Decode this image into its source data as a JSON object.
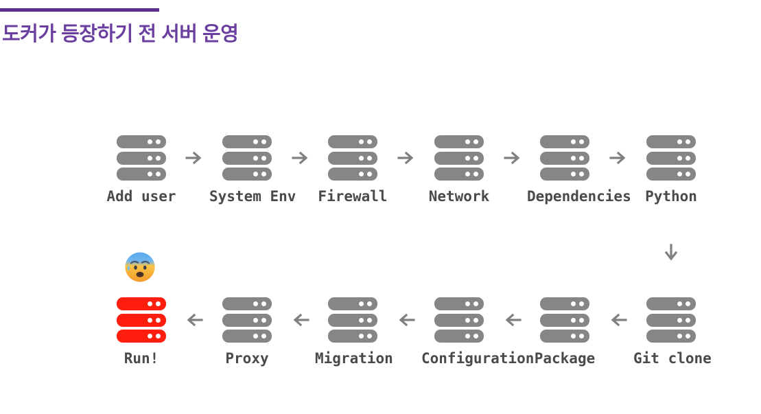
{
  "header": {
    "title": "도커가 등장하기 전 서버 운영",
    "rule_color": "#5b2d8e",
    "title_color": "#6b3fa0"
  },
  "colors": {
    "server_gray": "#868686",
    "server_red": "#ff1d0d",
    "arrow_gray": "#808080",
    "label_gray": "#4a4a4a",
    "background": "#ffffff"
  },
  "diagram": {
    "type": "linear-flow-serpentine",
    "direction_row1": "left-to-right",
    "direction_row2": "right-to-left",
    "row1": {
      "nodes": [
        {
          "label": "Add user",
          "icon": "server-icon",
          "state": "normal"
        },
        {
          "label": "System Env",
          "icon": "server-icon",
          "state": "normal"
        },
        {
          "label": "Firewall",
          "icon": "server-icon",
          "state": "normal"
        },
        {
          "label": "Network",
          "icon": "server-icon",
          "state": "normal"
        },
        {
          "label": "Dependencies",
          "icon": "server-icon",
          "state": "normal"
        },
        {
          "label": "Python",
          "icon": "server-icon",
          "state": "normal"
        }
      ],
      "connector": "arrow-right-icon",
      "connector_glyph": "→"
    },
    "turn": {
      "connector": "arrow-down-icon",
      "connector_glyph": "↓"
    },
    "row2": {
      "nodes": [
        {
          "label": "Run!",
          "icon": "server-icon",
          "state": "danger"
        },
        {
          "label": "Proxy",
          "icon": "server-icon",
          "state": "normal"
        },
        {
          "label": "Migration",
          "icon": "server-icon",
          "state": "normal"
        },
        {
          "label": "Configuration",
          "icon": "server-icon",
          "state": "normal"
        },
        {
          "label": "Package",
          "icon": "server-icon",
          "state": "normal"
        },
        {
          "label": "Git clone",
          "icon": "server-icon",
          "state": "normal"
        }
      ],
      "connector": "arrow-left-icon",
      "connector_glyph": "←"
    },
    "annotation": {
      "name": "anxious-face-with-sweat-emoji",
      "glyph": "😰"
    }
  }
}
